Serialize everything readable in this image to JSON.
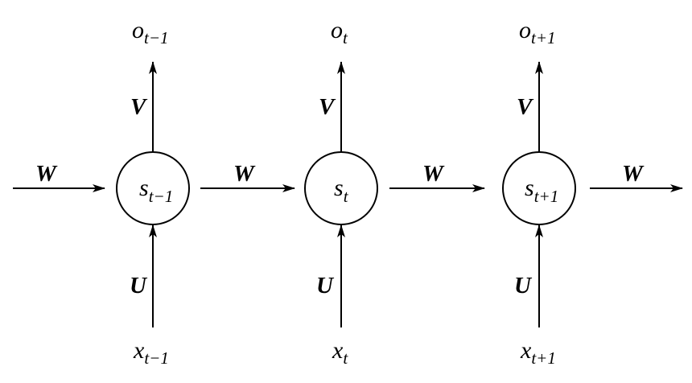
{
  "diagram": {
    "type": "unrolled-rnn",
    "weights": {
      "input": "U",
      "recurrent": "W",
      "output": "V"
    },
    "cells": [
      {
        "state": "s",
        "state_sub": "t−1",
        "input": "x",
        "input_sub": "t−1",
        "output": "o",
        "output_sub": "t−1"
      },
      {
        "state": "s",
        "state_sub": "t",
        "input": "x",
        "input_sub": "t",
        "output": "o",
        "output_sub": "t"
      },
      {
        "state": "s",
        "state_sub": "t+1",
        "input": "x",
        "input_sub": "t+1",
        "output": "o",
        "output_sub": "t+1"
      }
    ]
  }
}
